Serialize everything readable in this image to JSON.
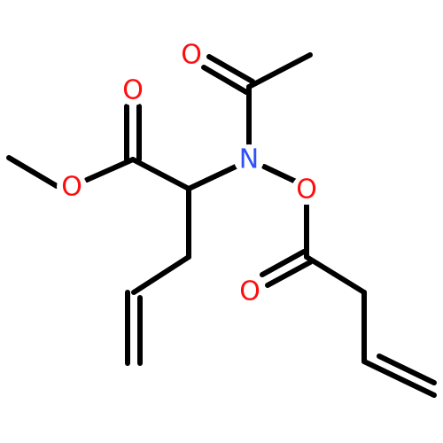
{
  "atoms": {
    "o_methoxy": {
      "label": "O",
      "color": "#ff0d0d"
    },
    "o_ester_carbonyl": {
      "label": "O",
      "color": "#ff0d0d"
    },
    "n_amide": {
      "label": "N",
      "color": "#3050f8"
    },
    "o_acetyl_carbonyl": {
      "label": "O",
      "color": "#ff0d0d"
    },
    "o_nitrogen_oxy": {
      "label": "O",
      "color": "#ff0d0d"
    },
    "o_butenoyl_carbonyl": {
      "label": "O",
      "color": "#ff0d0d"
    }
  },
  "bond_color": "#000000"
}
